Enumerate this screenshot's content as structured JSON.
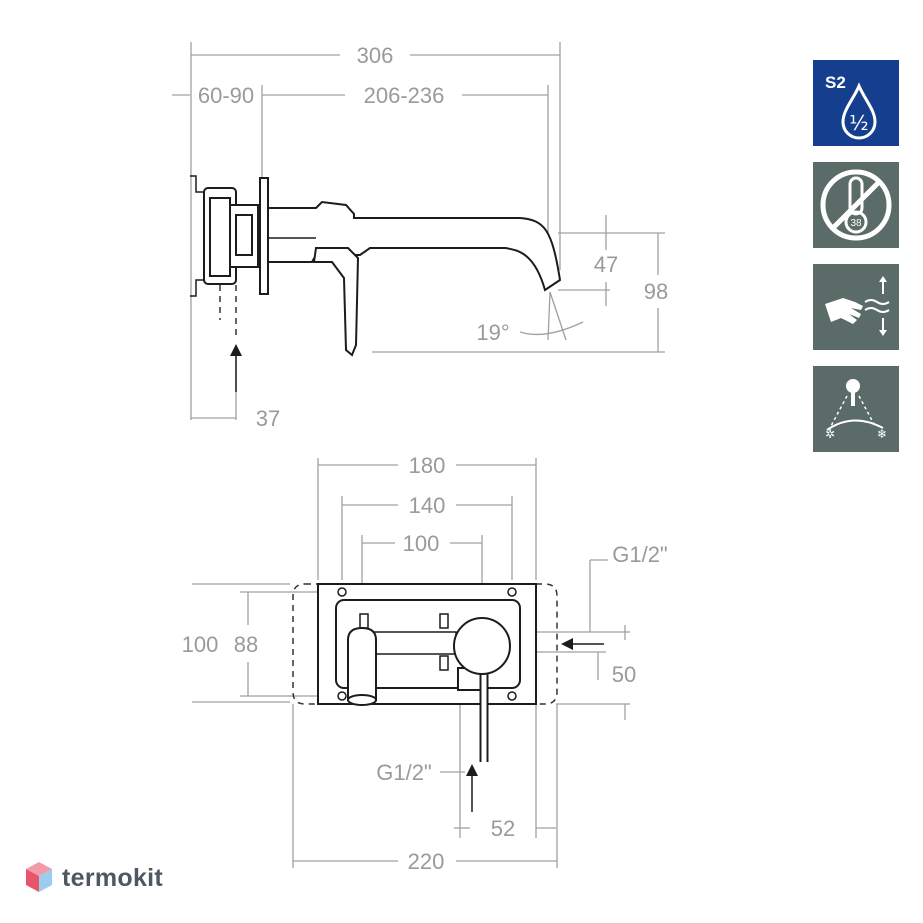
{
  "side_view": {
    "dim_total": "306",
    "dim_wall": "60-90",
    "dim_spout": "206-236",
    "dim_outlet": "47",
    "dim_height": "98",
    "dim_angle": "19°",
    "dim_inlet": "37"
  },
  "front_view": {
    "dim_outer_plate": "180",
    "dim_holes": "140",
    "dim_centers": "100",
    "dim_height_total": "100",
    "dim_height_inner": "88",
    "dim_right_inlet": "G1/2\"",
    "dim_right_offset": "50",
    "dim_bottom_inlet": "G1/2\"",
    "dim_bottom_offset": "52",
    "dim_box": "220"
  },
  "badges": [
    {
      "name": "s2-half-badge",
      "text": "S2",
      "fraction": "½",
      "color": "#153e8f"
    },
    {
      "name": "no-temperature-badge",
      "text": "38",
      "color": "#5b6b67"
    },
    {
      "name": "hand-flow-badge",
      "color": "#5b6b67"
    },
    {
      "name": "hot-cold-spray-badge",
      "color": "#5b6b67"
    }
  ],
  "logo": {
    "text": "termokit",
    "accent": "#e8546a",
    "accent2": "#5aa2e0"
  }
}
